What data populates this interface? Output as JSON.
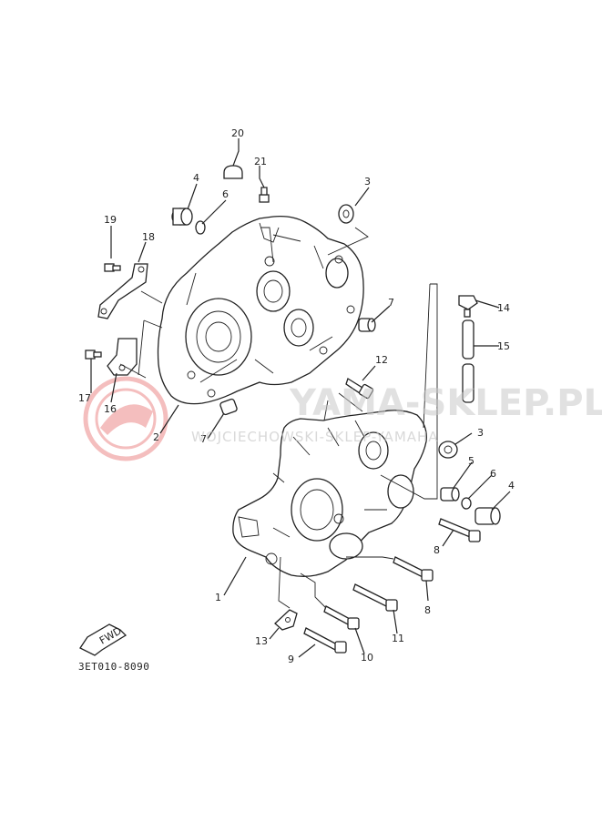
{
  "diagram": {
    "code": "3ET010-8090",
    "fwd_label": "FWD",
    "callouts": [
      "20",
      "21",
      "3",
      "4",
      "6",
      "19",
      "18",
      "7",
      "14",
      "15",
      "12",
      "17",
      "16",
      "2",
      "7",
      "3",
      "5",
      "6",
      "4",
      "8",
      "1",
      "8",
      "11",
      "13",
      "10",
      "9"
    ]
  },
  "watermark": {
    "brand": "YAMA-SKLEP.PL",
    "sub": "WOJCIECHOWSKI-SKLEP-YAMAHA",
    "color": "#e04848"
  }
}
